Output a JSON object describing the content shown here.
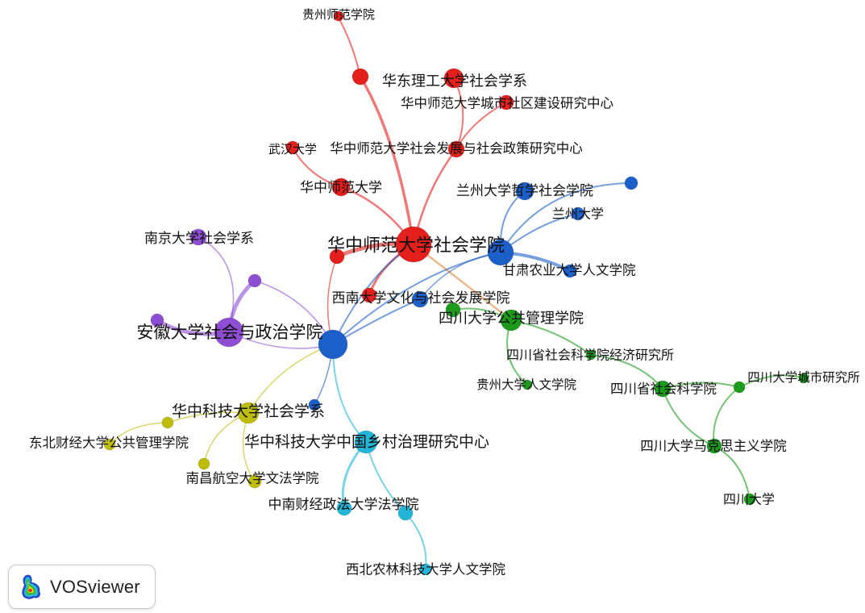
{
  "colors": {
    "red": "#e3201b",
    "blue": "#1d5fc8",
    "green": "#1c9a1c",
    "purple": "#8d4ed3",
    "yellow": "#bfbd0b",
    "cyan": "#22b5d8",
    "orange": "#e3873a"
  },
  "nodes": [
    {
      "label": "贵州师范学院",
      "cluster": "red"
    },
    {
      "cluster": "red"
    },
    {
      "label": "华东理工大学社会学系",
      "cluster": "red"
    },
    {
      "label": "华中师范大学城市社区建设研究中心",
      "cluster": "red"
    },
    {
      "label": "武汉大学",
      "cluster": "red"
    },
    {
      "label": "华中师范大学社会发展与社会政策研究中心",
      "cluster": "red"
    },
    {
      "label": "华中师范大学",
      "cluster": "red"
    },
    {
      "label": "华中师范大学社会学院",
      "cluster": "red"
    },
    {
      "cluster": "red"
    },
    {
      "cluster": "red"
    },
    {
      "label": "兰州大学哲学社会学院",
      "cluster": "blue"
    },
    {
      "cluster": "blue"
    },
    {
      "label": "兰州大学",
      "cluster": "blue"
    },
    {
      "cluster": "blue"
    },
    {
      "label": "甘肃农业大学人文学院",
      "cluster": "blue"
    },
    {
      "label": "西南大学文化与社会发展学院",
      "cluster": "blue"
    },
    {
      "cluster": "blue"
    },
    {
      "cluster": "blue"
    },
    {
      "cluster": "green"
    },
    {
      "label": "四川大学公共管理学院",
      "cluster": "green"
    },
    {
      "label": "四川省社会科学院经济研究所",
      "cluster": "green"
    },
    {
      "label": "贵州大学人文学院",
      "cluster": "green"
    },
    {
      "label": "四川省社会科学院",
      "cluster": "green"
    },
    {
      "cluster": "green"
    },
    {
      "label": "四川大学城市研究所",
      "cluster": "green"
    },
    {
      "label": "四川大学马克思主义学院",
      "cluster": "green"
    },
    {
      "label": "四川大学",
      "cluster": "green"
    },
    {
      "label": "南京大学社会学系",
      "cluster": "purple"
    },
    {
      "cluster": "purple"
    },
    {
      "cluster": "purple"
    },
    {
      "label": "安徽大学社会与政治学院",
      "cluster": "purple"
    },
    {
      "label": "华中科技大学社会学系",
      "cluster": "yellow"
    },
    {
      "cluster": "yellow"
    },
    {
      "label": "东北财经大学公共管理学院",
      "cluster": "yellow"
    },
    {
      "cluster": "yellow"
    },
    {
      "label": "南昌航空大学文法学院",
      "cluster": "yellow"
    },
    {
      "label": "华中科技大学中国乡村治理研究中心",
      "cluster": "cyan"
    },
    {
      "label": "中南财经政法大学法学院",
      "cluster": "cyan"
    },
    {
      "cluster": "cyan"
    },
    {
      "label": "西北农林科技大学人文学院",
      "cluster": "cyan"
    }
  ],
  "logo": {
    "text": "VOSviewer",
    "icon": "vosviewer-logo-icon"
  }
}
